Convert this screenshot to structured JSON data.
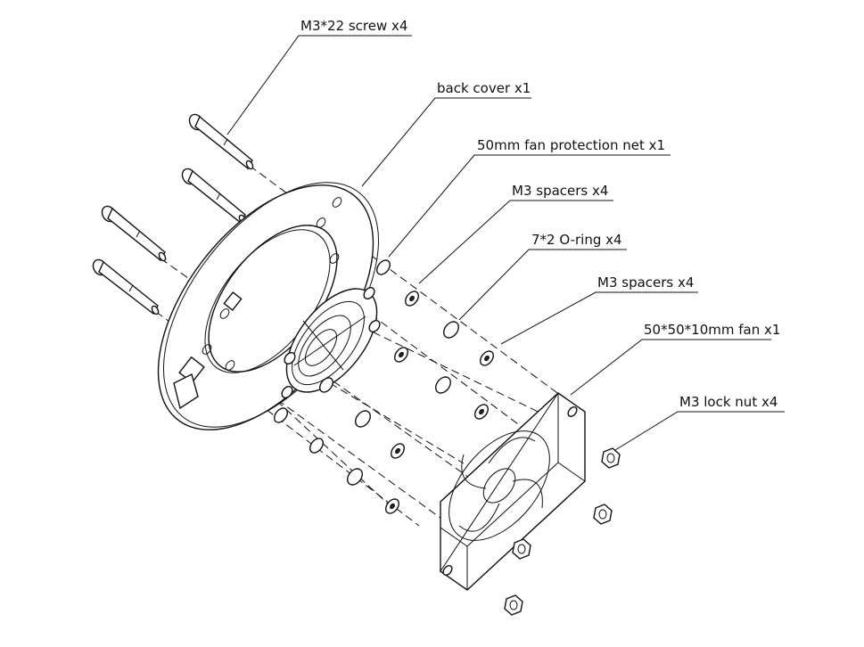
{
  "labels": {
    "screw": "M3*22 screw x4",
    "back_cover": "back cover x1",
    "protection_net": "50mm fan protection net x1",
    "spacers_1": "M3 spacers x4",
    "o_ring": "7*2 O-ring x4",
    "spacers_2": "M3 spacers x4",
    "fan": "50*50*10mm fan x1",
    "lock_nut": "M3 lock nut x4"
  },
  "colors": {
    "line": "#111111",
    "background": "#ffffff"
  }
}
